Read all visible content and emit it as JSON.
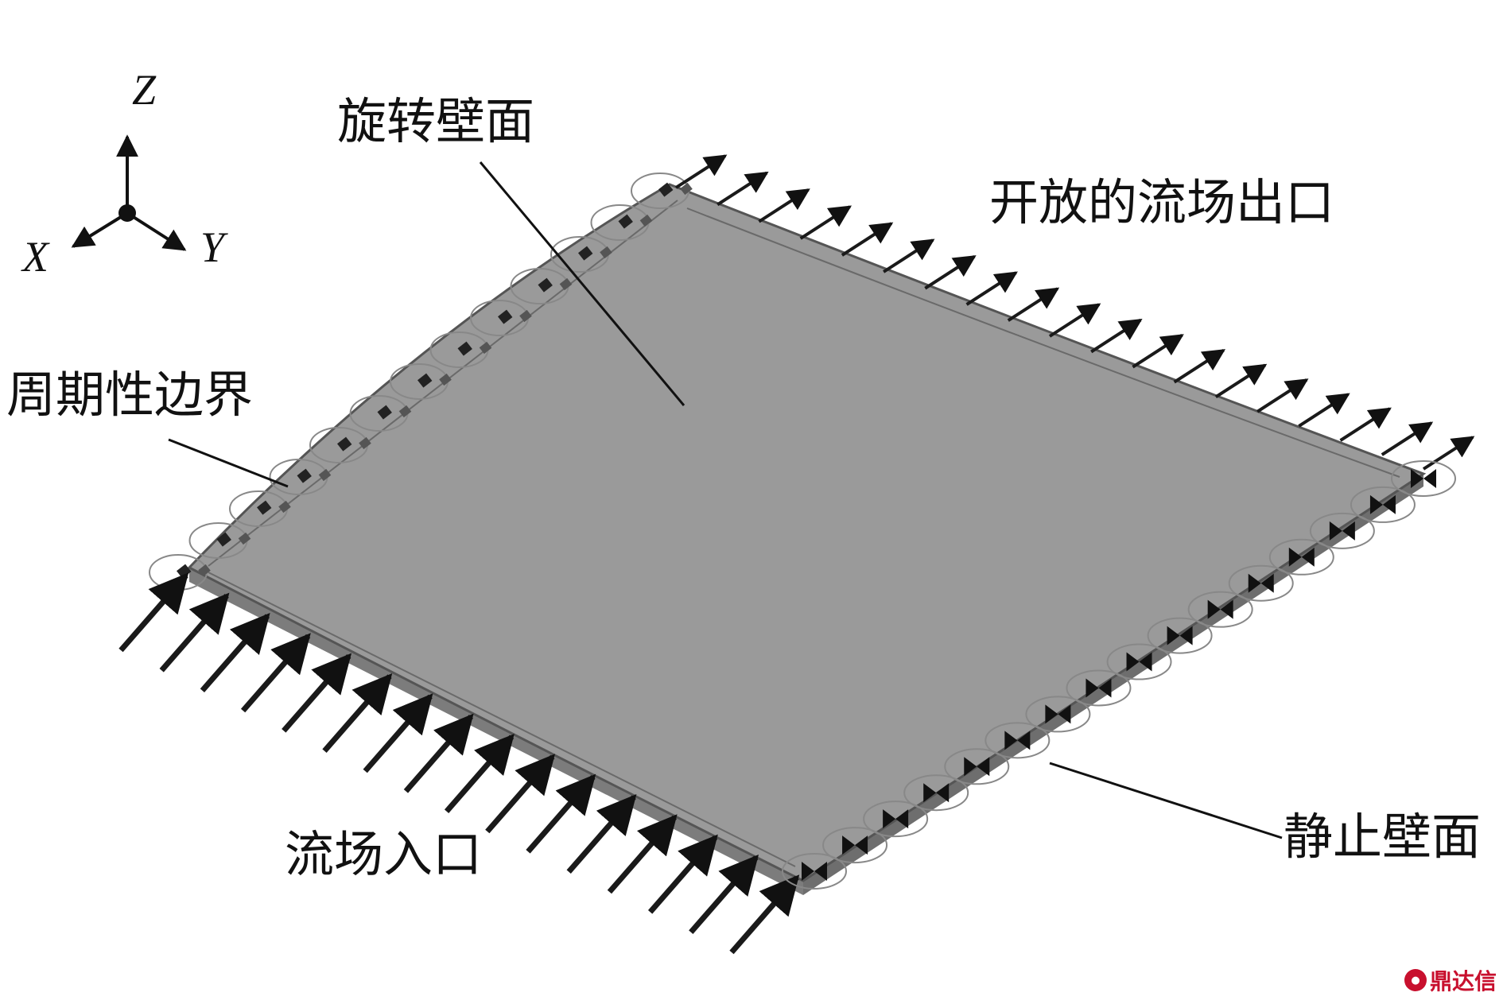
{
  "labels": {
    "rotating_wall": "旋转壁面",
    "open_outlet": "开放的流场出口",
    "periodic_boundary": "周期性边界",
    "inlet": "流场入口",
    "static_wall": "静止壁面"
  },
  "axes": {
    "z": "Z",
    "x": "X",
    "y": "Y"
  },
  "watermark": "鼎达信",
  "colors": {
    "plate_fill": "#9a9a9a",
    "plate_edge": "#555555",
    "arrow": "#1a1a1a",
    "circle": "#888888",
    "watermark": "#c8102e"
  },
  "icons": {
    "inlet_arrows": "flow-inlet-arrow",
    "outlet_arrows": "flow-outlet-arrow",
    "periodic_loops": "periodic-loop",
    "static_wall_markers": "wall-bowtie-marker"
  }
}
